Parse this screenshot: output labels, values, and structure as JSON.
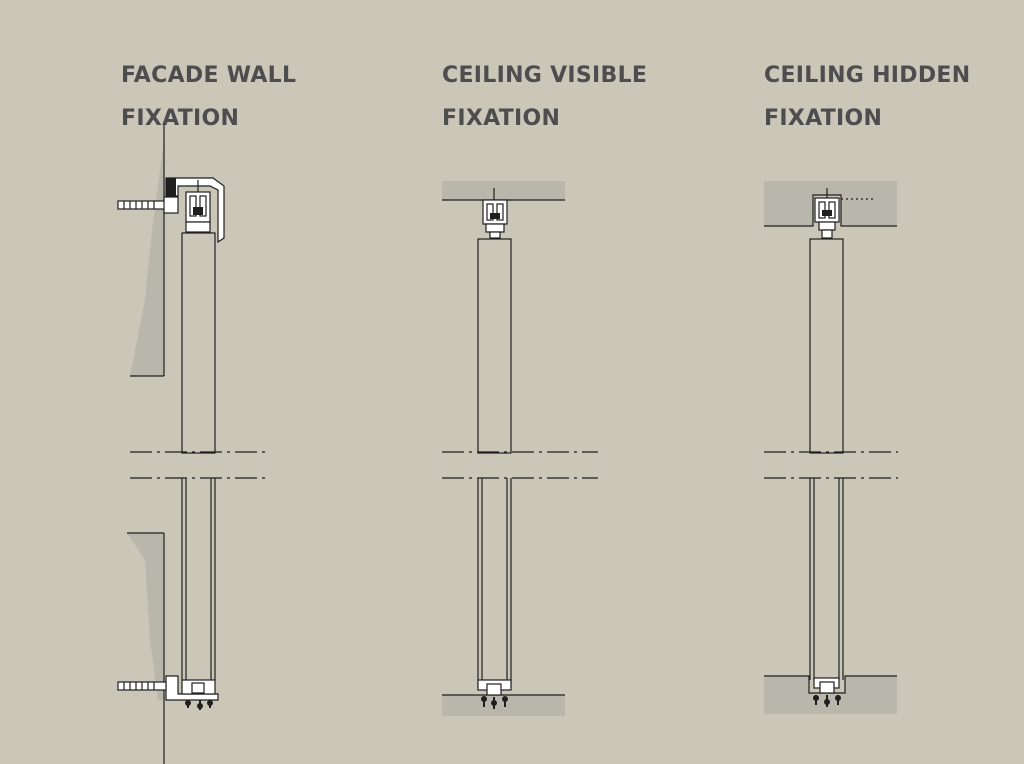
{
  "titles": [
    {
      "line1": "FACADE WALL",
      "line2": "FIXATION"
    },
    {
      "line1": "CEILING VISIBLE",
      "line2": "FIXATION"
    },
    {
      "line1": "CEILING HIDDEN",
      "line2": "FIXATION"
    }
  ],
  "colors": {
    "background": "#cac7b8",
    "structure_fill": "#b9b6ab",
    "line": "#1f1f1f",
    "title_text": "#4d4d4f"
  }
}
